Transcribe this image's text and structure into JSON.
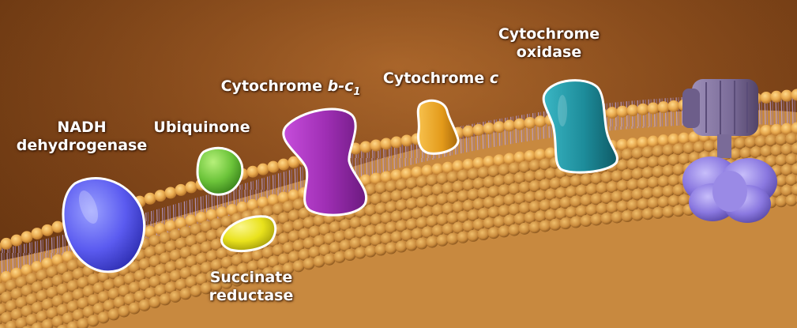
{
  "labels": {
    "nadh": {
      "line1": "NADH",
      "line2": "dehydrogenase"
    },
    "ubiquinone": {
      "text": "Ubiquinone"
    },
    "succinate": {
      "line1": "Succinate",
      "line2": "reductase"
    },
    "cyt_bc1": {
      "prefix": "Cytochrome ",
      "italic": "b-c",
      "subscript": "1"
    },
    "cyt_c": {
      "prefix": "Cytochrome ",
      "italic": "c"
    },
    "cyt_oxidase": {
      "line1": "Cytochrome",
      "line2": "oxidase"
    }
  },
  "colors": {
    "nadh_dehydrogenase": "#5b5bf0",
    "ubiquinone": "#6cc43a",
    "succinate_reductase": "#e9e21c",
    "cytochrome_bc1": "#a02fb5",
    "cytochrome_c": "#e39a1a",
    "cytochrome_oxidase": "#1d8c9a",
    "atp_synthase": "#8a78c8",
    "membrane_lipid": "#e8a94e",
    "background": "#8a4c1c"
  }
}
